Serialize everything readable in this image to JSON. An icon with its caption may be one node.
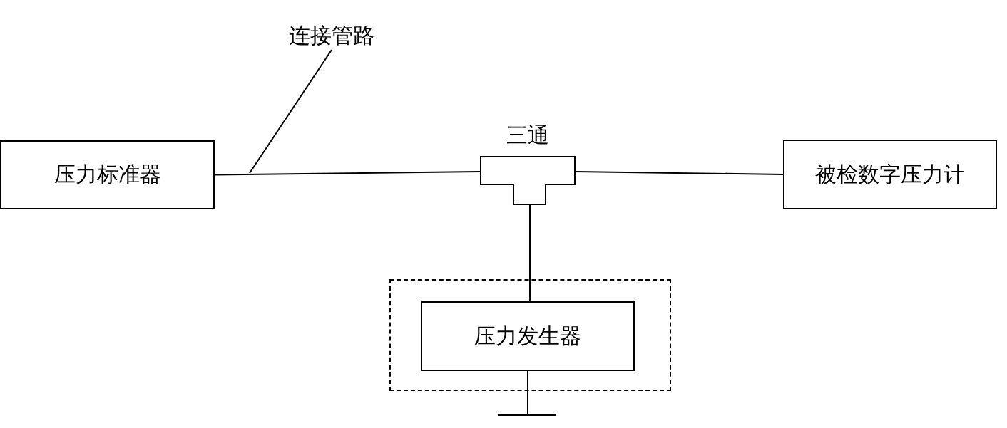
{
  "diagram": {
    "nodes": [
      {
        "text": [
          "压力标准器"
        ]
      },
      {
        "text": [
          "连接管路"
        ]
      },
      {
        "text": [
          "三通"
        ]
      },
      {
        "text": [
          "被检数字压力计"
        ]
      },
      {
        "text": [],
        "shape": "box"
      },
      {
        "text": [
          "压力发生器"
        ],
        "in": 4
      },
      {
        "text": [],
        "shape": "bar"
      }
    ],
    "edges": [
      {
        "from": 0,
        "to": 2,
        "arrow": "none"
      },
      {
        "from": 2,
        "to": 3,
        "arrow": "none"
      },
      {
        "from": 2,
        "to": 5,
        "arrow": "none"
      },
      {
        "from": 5,
        "to": 6,
        "arrow": "none"
      },
      {
        "from": 1,
        "to": null,
        "arrow": "none"
      }
    ]
  }
}
